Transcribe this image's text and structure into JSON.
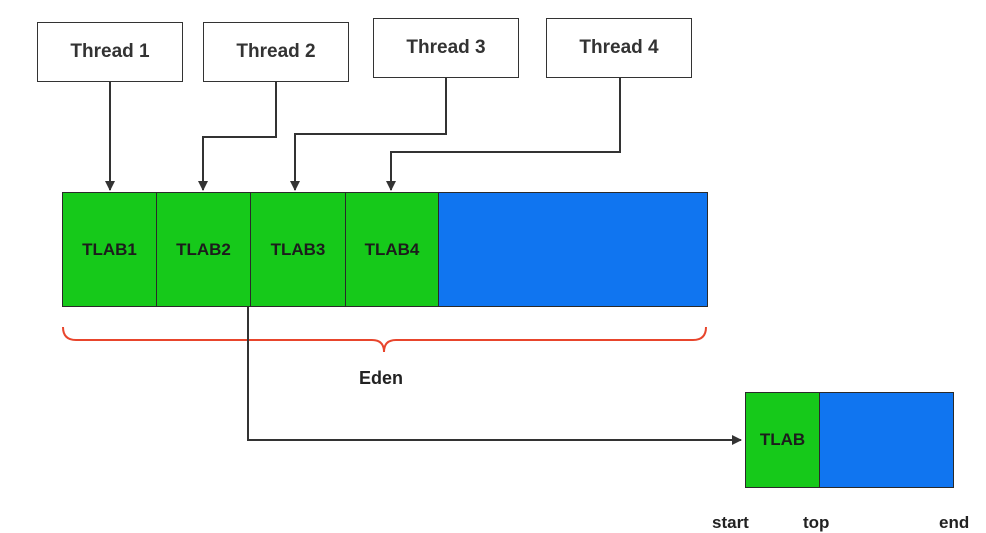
{
  "threads": [
    {
      "label": "Thread 1"
    },
    {
      "label": "Thread 2"
    },
    {
      "label": "Thread 3"
    },
    {
      "label": "Thread 4"
    }
  ],
  "eden": {
    "tlabs": [
      "TLAB1",
      "TLAB2",
      "TLAB3",
      "TLAB4"
    ],
    "label": "Eden"
  },
  "tlab_detail": {
    "label": "TLAB",
    "pointers": {
      "start": "start",
      "top": "top",
      "end": "end"
    }
  },
  "colors": {
    "tlab": "#16c91a",
    "free": "#1075f0",
    "brace": "#e8452c",
    "line": "#333333"
  }
}
